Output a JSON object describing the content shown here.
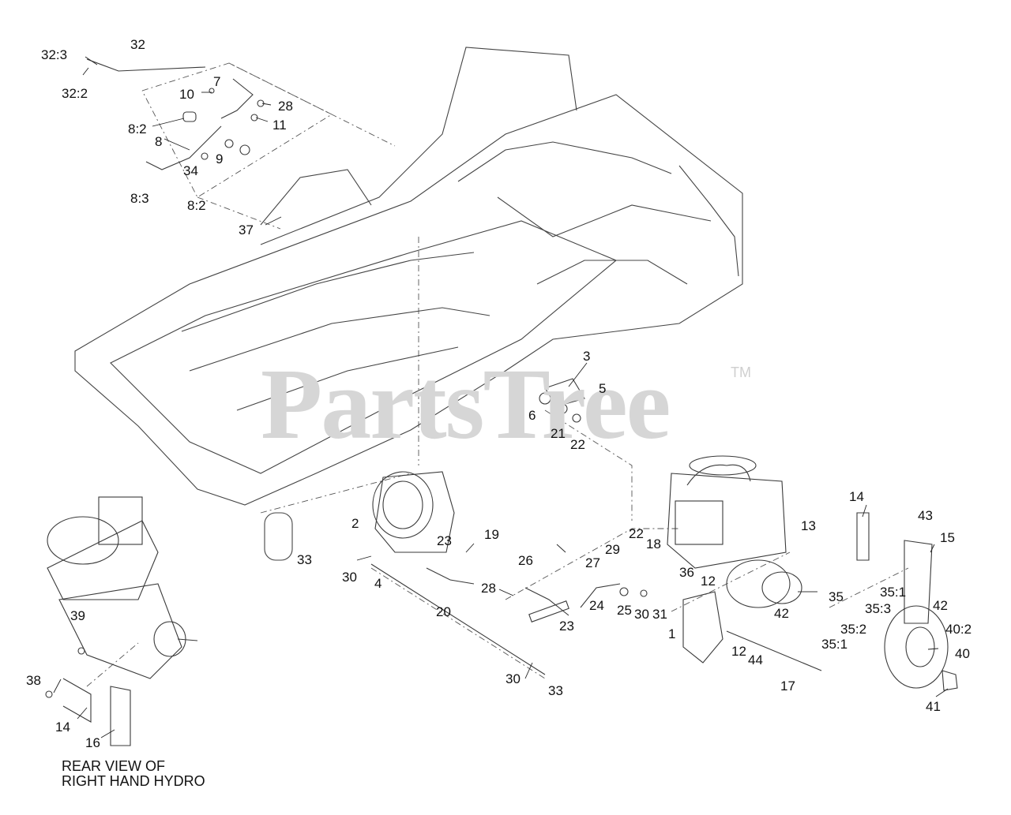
{
  "watermark": {
    "brand": "PartsTree",
    "trademark": "TM"
  },
  "caption": {
    "line1": "REAR VIEW OF",
    "line2": "RIGHT HAND HYDRO"
  },
  "callouts": [
    {
      "id": "c-32-3",
      "text": "32:3"
    },
    {
      "id": "c-32",
      "text": "32"
    },
    {
      "id": "c-32-2",
      "text": "32:2"
    },
    {
      "id": "c-7",
      "text": "7"
    },
    {
      "id": "c-10",
      "text": "10"
    },
    {
      "id": "c-28a",
      "text": "28"
    },
    {
      "id": "c-11",
      "text": "11"
    },
    {
      "id": "c-8-2a",
      "text": "8:2"
    },
    {
      "id": "c-8",
      "text": "8"
    },
    {
      "id": "c-9",
      "text": "9"
    },
    {
      "id": "c-34",
      "text": "34"
    },
    {
      "id": "c-8-3",
      "text": "8:3"
    },
    {
      "id": "c-8-2b",
      "text": "8:2"
    },
    {
      "id": "c-37",
      "text": "37"
    },
    {
      "id": "c-3",
      "text": "3"
    },
    {
      "id": "c-5",
      "text": "5"
    },
    {
      "id": "c-6",
      "text": "6"
    },
    {
      "id": "c-21",
      "text": "21"
    },
    {
      "id": "c-22a",
      "text": "22"
    },
    {
      "id": "c-2",
      "text": "2"
    },
    {
      "id": "c-19",
      "text": "19"
    },
    {
      "id": "c-23a",
      "text": "23"
    },
    {
      "id": "c-33a",
      "text": "33"
    },
    {
      "id": "c-30a",
      "text": "30"
    },
    {
      "id": "c-4",
      "text": "4"
    },
    {
      "id": "c-26",
      "text": "26"
    },
    {
      "id": "c-28b",
      "text": "28"
    },
    {
      "id": "c-20",
      "text": "20"
    },
    {
      "id": "c-23b",
      "text": "23"
    },
    {
      "id": "c-30b",
      "text": "30"
    },
    {
      "id": "c-33b",
      "text": "33"
    },
    {
      "id": "c-22b",
      "text": "22"
    },
    {
      "id": "c-29",
      "text": "29"
    },
    {
      "id": "c-18",
      "text": "18"
    },
    {
      "id": "c-27",
      "text": "27"
    },
    {
      "id": "c-24",
      "text": "24"
    },
    {
      "id": "c-25",
      "text": "25"
    },
    {
      "id": "c-30c",
      "text": "30"
    },
    {
      "id": "c-31",
      "text": "31"
    },
    {
      "id": "c-36",
      "text": "36"
    },
    {
      "id": "c-12a",
      "text": "12"
    },
    {
      "id": "c-1",
      "text": "1"
    },
    {
      "id": "c-12b",
      "text": "12"
    },
    {
      "id": "c-44",
      "text": "44"
    },
    {
      "id": "c-17",
      "text": "17"
    },
    {
      "id": "c-13",
      "text": "13"
    },
    {
      "id": "c-14a",
      "text": "14"
    },
    {
      "id": "c-43",
      "text": "43"
    },
    {
      "id": "c-15",
      "text": "15"
    },
    {
      "id": "c-35",
      "text": "35"
    },
    {
      "id": "c-35-1a",
      "text": "35:1"
    },
    {
      "id": "c-35-3",
      "text": "35:3"
    },
    {
      "id": "c-42a",
      "text": "42"
    },
    {
      "id": "c-42b",
      "text": "42"
    },
    {
      "id": "c-35-2",
      "text": "35:2"
    },
    {
      "id": "c-35-1b",
      "text": "35:1"
    },
    {
      "id": "c-40-2",
      "text": "40:2"
    },
    {
      "id": "c-40",
      "text": "40"
    },
    {
      "id": "c-41",
      "text": "41"
    },
    {
      "id": "c-39",
      "text": "39"
    },
    {
      "id": "c-38",
      "text": "38"
    },
    {
      "id": "c-14b",
      "text": "14"
    },
    {
      "id": "c-16",
      "text": "16"
    }
  ]
}
